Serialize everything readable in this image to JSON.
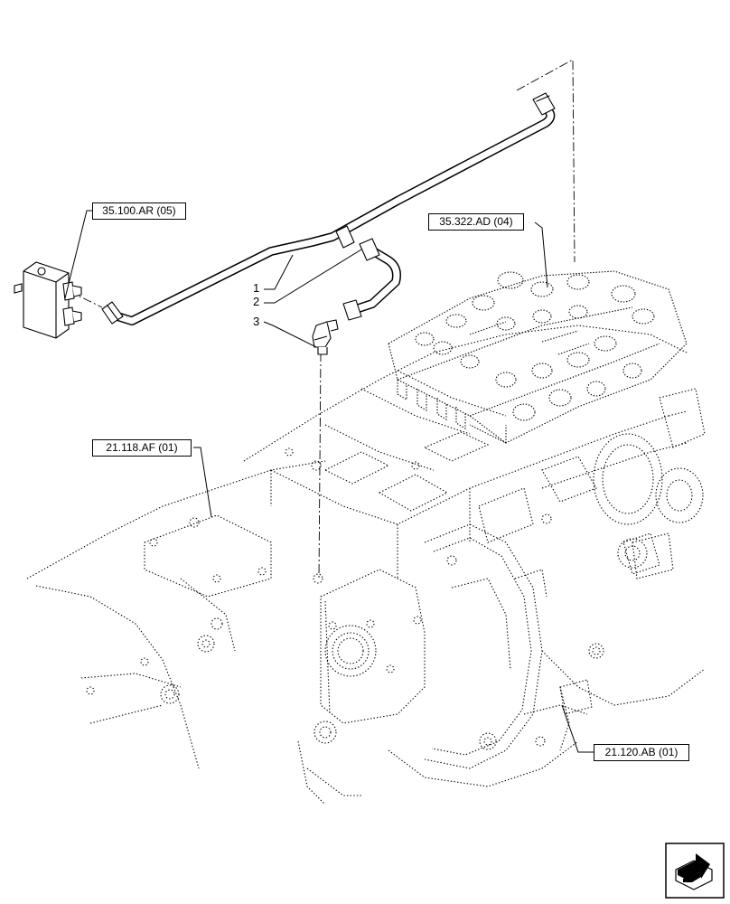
{
  "references": {
    "ref_35_100_ar": "35.100.AR (05)",
    "ref_35_322_ad": "35.322.AD (04)",
    "ref_21_118_af": "21.118.AF (01)",
    "ref_21_120_ab": "21.120.AB (01)"
  },
  "callouts": {
    "item_1": "1",
    "item_2": "2",
    "item_3": "3"
  },
  "icons": {
    "navigation": "next-page-arrow-icon"
  },
  "colors": {
    "line": "#000000",
    "background": "#ffffff"
  }
}
